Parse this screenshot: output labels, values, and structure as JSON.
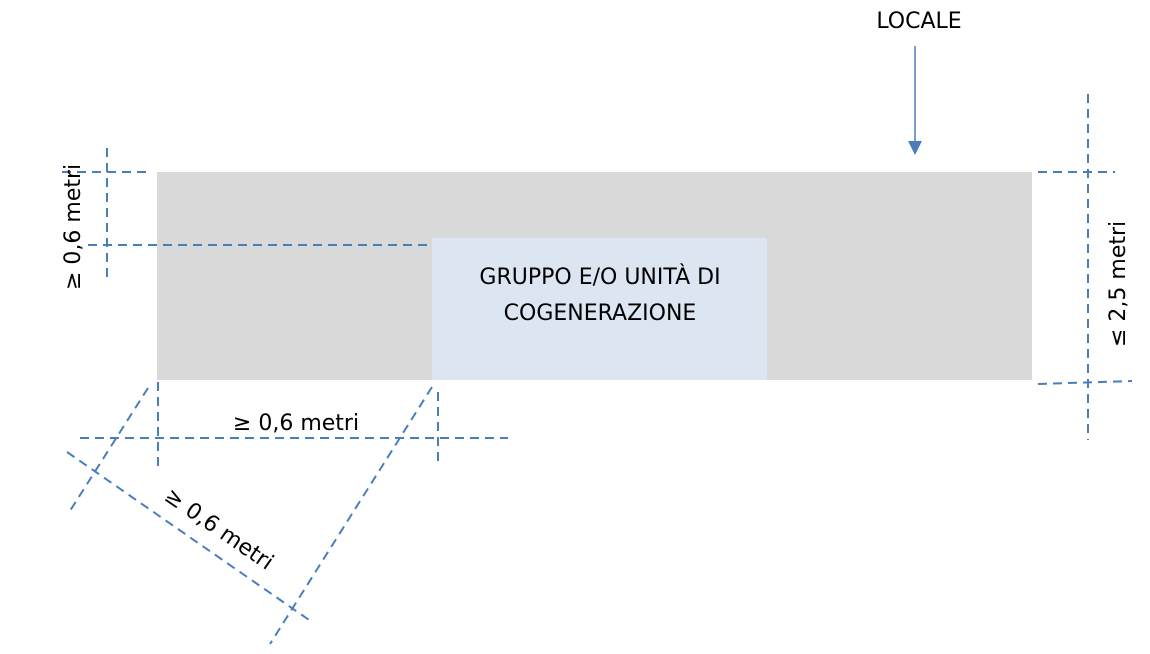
{
  "colors": {
    "room_fill": "#d9d9d9",
    "unit_fill": "#dce6f2",
    "dimension_line": "#4a7ebb",
    "arrow": "#4a7ebb",
    "text": "#000000"
  },
  "labels": {
    "room": "LOCALE",
    "unit_line1": "GRUPPO E/O UNITÀ DI",
    "unit_line2": "COGENERAZIONE",
    "dim_top_left": "≥ 0,6 metri",
    "dim_right": "≤ 2,5 metri",
    "dim_bottom": "≥ 0,6 metri",
    "dim_diagonal": "≥ 0,6 metri"
  }
}
